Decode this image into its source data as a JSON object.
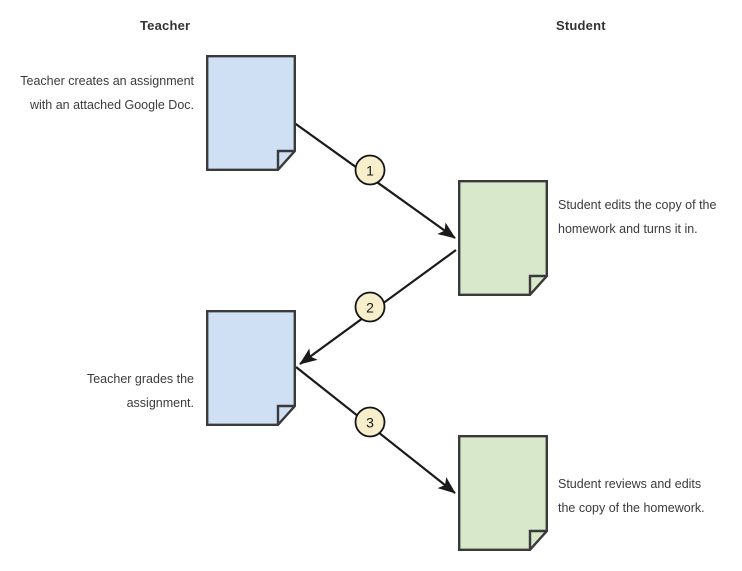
{
  "columns": {
    "teacher_label": "Teacher",
    "student_label": "Student"
  },
  "documents": [
    {
      "id": "doc-assignment",
      "owner": "Teacher",
      "icon": "document-icon",
      "fill": "#cfe0f5",
      "stroke": "#3a3a3a",
      "caption": "Teacher creates an assignment with an attached Google Doc."
    },
    {
      "id": "doc-grading",
      "owner": "Teacher",
      "icon": "document-icon",
      "fill": "#cfe0f5",
      "stroke": "#3a3a3a",
      "caption": "Teacher grades the assignment."
    },
    {
      "id": "doc-homework-1",
      "owner": "Student",
      "icon": "document-icon",
      "fill": "#d8e8ca",
      "stroke": "#3a3a3a",
      "caption": "Student edits the copy of the homework and turns it in."
    },
    {
      "id": "doc-homework-2",
      "owner": "Student",
      "icon": "document-icon",
      "fill": "#d8e8ca",
      "stroke": "#3a3a3a",
      "caption": "Student reviews and edits the copy of the homework."
    }
  ],
  "steps": [
    {
      "number": "1",
      "from": "doc-assignment",
      "to": "doc-homework-1"
    },
    {
      "number": "2",
      "from": "doc-homework-1",
      "to": "doc-grading"
    },
    {
      "number": "3",
      "from": "doc-grading",
      "to": "doc-homework-2"
    }
  ],
  "colors": {
    "teacher_document": "#cfe0f5",
    "student_document": "#d8e8ca",
    "badge_fill": "#f7efcc",
    "line": "#1a1a1a",
    "text": "#3b3b3b",
    "background": "#ffffff"
  }
}
